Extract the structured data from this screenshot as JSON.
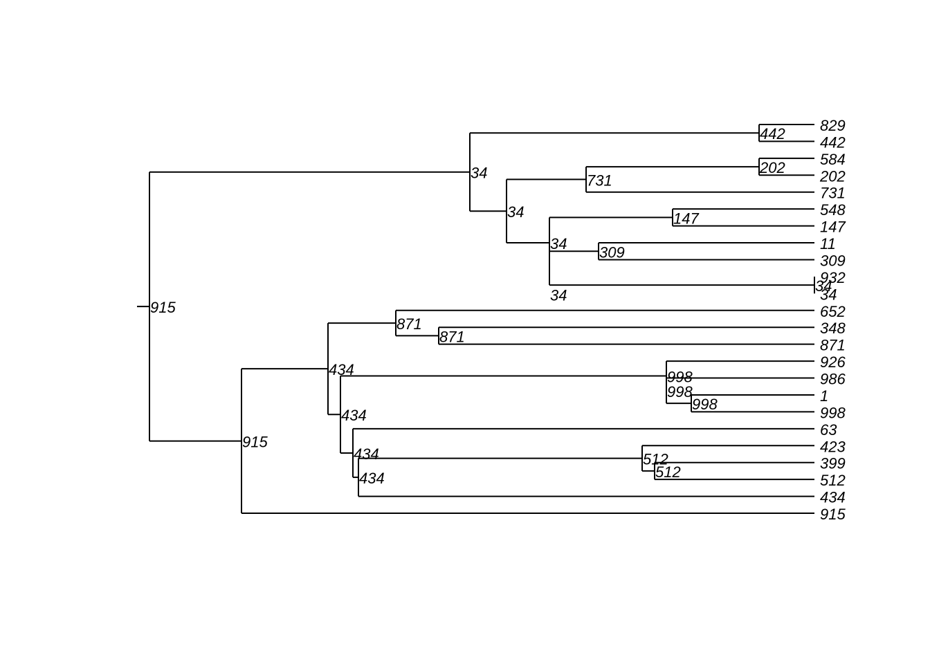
{
  "tree": {
    "root_label": "915",
    "tips": [
      {
        "id": "t1",
        "label": "829"
      },
      {
        "id": "t2",
        "label": "442"
      },
      {
        "id": "t3",
        "label": "584"
      },
      {
        "id": "t4",
        "label": "202"
      },
      {
        "id": "t5",
        "label": "731"
      },
      {
        "id": "t6",
        "label": "548"
      },
      {
        "id": "t7",
        "label": "147"
      },
      {
        "id": "t8",
        "label": "11"
      },
      {
        "id": "t9",
        "label": "309"
      },
      {
        "id": "t10",
        "label": "932"
      },
      {
        "id": "t11",
        "label": "34"
      },
      {
        "id": "t12",
        "label": "652"
      },
      {
        "id": "t13",
        "label": "348"
      },
      {
        "id": "t14",
        "label": "871"
      },
      {
        "id": "t15",
        "label": "926"
      },
      {
        "id": "t16",
        "label": "986"
      },
      {
        "id": "t17",
        "label": "1"
      },
      {
        "id": "t18",
        "label": "998"
      },
      {
        "id": "t19",
        "label": "63"
      },
      {
        "id": "t20",
        "label": "423"
      },
      {
        "id": "t21",
        "label": "399"
      },
      {
        "id": "t22",
        "label": "512"
      },
      {
        "id": "t23",
        "label": "434"
      },
      {
        "id": "t24",
        "label": "915"
      }
    ],
    "nodes": [
      {
        "id": "root",
        "label": "915",
        "children": [
          "A",
          "N915b"
        ]
      },
      {
        "id": "A",
        "label": "34",
        "children": [
          "N442",
          "B"
        ]
      },
      {
        "id": "N442",
        "label": "442",
        "children": [
          "t1",
          "t2"
        ]
      },
      {
        "id": "B",
        "label": "34",
        "children": [
          "N731",
          "C"
        ]
      },
      {
        "id": "N731",
        "label": "731",
        "children": [
          "N202",
          "t5"
        ]
      },
      {
        "id": "N202",
        "label": "202",
        "children": [
          "t3",
          "t4"
        ]
      },
      {
        "id": "C",
        "label": "34",
        "children": [
          "N147",
          "C2"
        ]
      },
      {
        "id": "N147",
        "label": "147",
        "children": [
          "t6",
          "t7"
        ]
      },
      {
        "id": "C2",
        "label": "34",
        "children": [
          "N309",
          "N34b"
        ]
      },
      {
        "id": "N309",
        "label": "309",
        "children": [
          "t8",
          "t9"
        ]
      },
      {
        "id": "N34b",
        "label": "34",
        "children": [
          "t10",
          "t11"
        ]
      },
      {
        "id": "N915b",
        "label": "915",
        "children": [
          "D",
          "t24"
        ]
      },
      {
        "id": "D",
        "label": "434",
        "children": [
          "N871a",
          "E"
        ]
      },
      {
        "id": "N871a",
        "label": "871",
        "children": [
          "t12",
          "N871b"
        ]
      },
      {
        "id": "N871b",
        "label": "871",
        "children": [
          "t13",
          "t14"
        ]
      },
      {
        "id": "E",
        "label": "434",
        "children": [
          "N998a",
          "F"
        ]
      },
      {
        "id": "N998a",
        "label": "998",
        "children": [
          "t15",
          "N998b"
        ]
      },
      {
        "id": "N998b",
        "label": "998",
        "children": [
          "t16",
          "N998c"
        ]
      },
      {
        "id": "N998c",
        "label": "998",
        "children": [
          "t17",
          "t18"
        ]
      },
      {
        "id": "F",
        "label": "434",
        "children": [
          "t19",
          "G"
        ]
      },
      {
        "id": "G",
        "label": "434",
        "children": [
          "N512a",
          "t23"
        ]
      },
      {
        "id": "N512a",
        "label": "512",
        "children": [
          "t20",
          "N512b"
        ]
      },
      {
        "id": "N512b",
        "label": "512",
        "children": [
          "t21",
          "t22"
        ]
      }
    ]
  }
}
